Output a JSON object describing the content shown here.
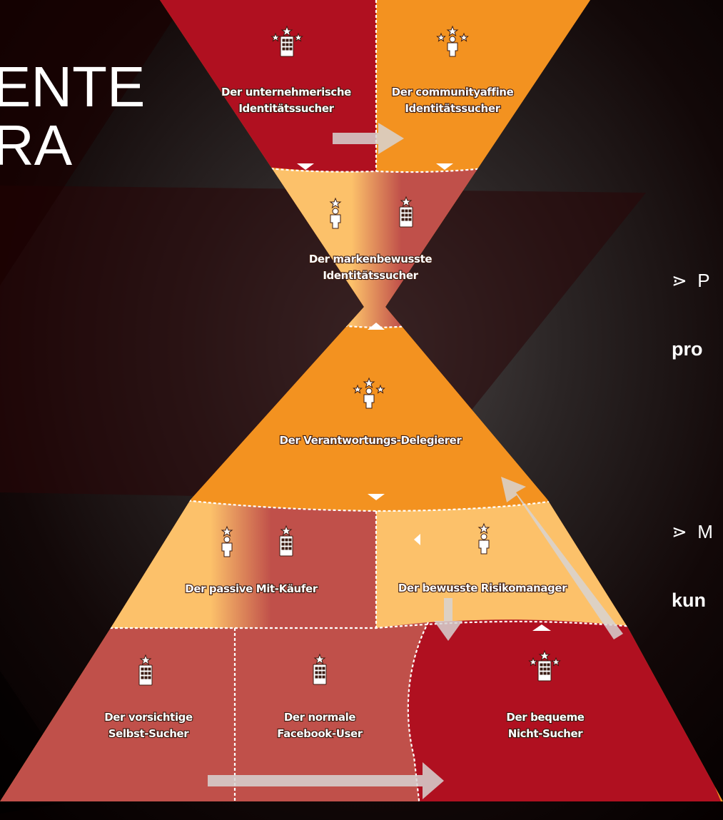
{
  "title_lines": [
    "ENTE",
    "RA"
  ],
  "side_text": {
    "item1_bullet": "P",
    "item1_bold": "pro",
    "item2_bullet": "M",
    "item2_bold": "kun"
  },
  "bullet_symbol": "⋗",
  "colors": {
    "red": "#b01020",
    "orange": "#f39220",
    "light_orange": "#fcc16a",
    "brick": "#c0504a",
    "arrow": "#d7d4d2"
  },
  "segments": [
    {
      "id": "unternehmerische",
      "lines": [
        "Der unternehmerische",
        "Identitätssucher"
      ],
      "icons": [
        "building-stars-icon"
      ]
    },
    {
      "id": "communityaffine",
      "lines": [
        "Der communityaffine",
        "Identitätssucher"
      ],
      "icons": [
        "person-stars-icon"
      ]
    },
    {
      "id": "markenbewusste",
      "lines": [
        "Der markenbewusste",
        "Identitätssucher"
      ],
      "icons": [
        "person-star-icon",
        "building-star-icon"
      ]
    },
    {
      "id": "verantwortungs",
      "lines": [
        "Der Verantwortungs-Delegierer"
      ],
      "icons": [
        "person-stars-icon"
      ]
    },
    {
      "id": "passive",
      "lines": [
        "Der passive Mit-Käufer"
      ],
      "icons": [
        "person-star-icon",
        "building-star-icon"
      ]
    },
    {
      "id": "risikomanager",
      "lines": [
        "Der bewusste Risikomanager"
      ],
      "icons": [
        "person-star-icon"
      ]
    },
    {
      "id": "vorsichtige",
      "lines": [
        "Der vorsichtige",
        "Selbst-Sucher"
      ],
      "icons": [
        "building-star-icon"
      ]
    },
    {
      "id": "facebook",
      "lines": [
        "Der normale",
        "Facebook-User"
      ],
      "icons": [
        "building-star-icon"
      ]
    },
    {
      "id": "bequeme",
      "lines": [
        "Der bequeme",
        "Nicht-Sucher"
      ],
      "icons": [
        "building-stars-icon"
      ]
    }
  ]
}
